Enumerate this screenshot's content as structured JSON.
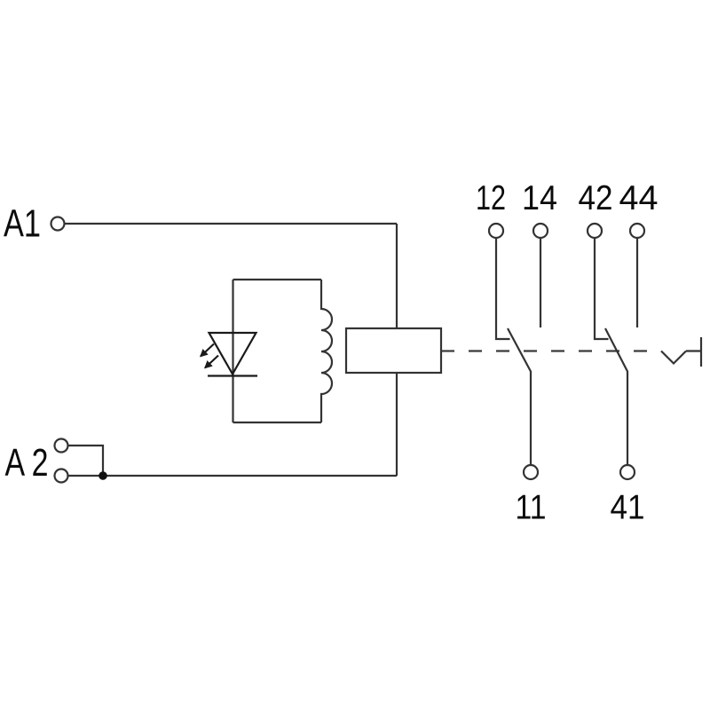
{
  "colors": {
    "background": "#ffffff",
    "wire": "#333333",
    "text": "#0b0b0b"
  },
  "labels": {
    "a1": "A1",
    "a2": "A 2",
    "t12": "12",
    "t14": "14",
    "t42": "42",
    "t44": "44",
    "t11": "11",
    "t41": "41"
  },
  "icons": {
    "led": "led-diode-icon",
    "coil": "inductor-coil-icon",
    "relay_box": "relay-coil-box",
    "mechanical_link": "mechanical-link-dashed-line",
    "actuator_notch": "actuator-notch-icon"
  }
}
